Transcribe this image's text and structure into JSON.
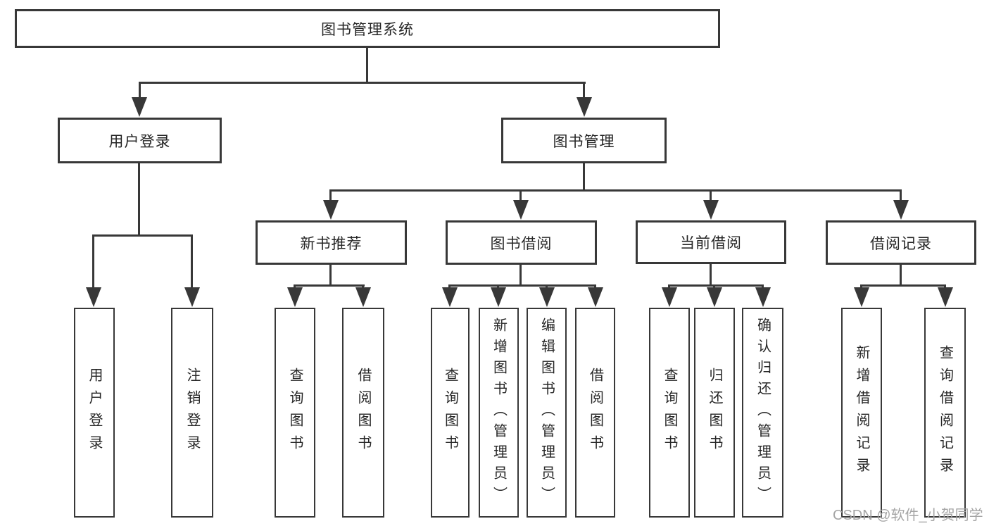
{
  "title": "图书管理系统",
  "level2": {
    "user_login": "用户登录",
    "book_management": "图书管理"
  },
  "level3": {
    "new_book_recommend": "新书推荐",
    "book_borrow": "图书借阅",
    "current_borrow": "当前借阅",
    "borrow_record": "借阅记录"
  },
  "leaves": {
    "user_login": [
      "用户登录",
      "注销登录"
    ],
    "new_book_recommend": [
      "查询图书",
      "借阅图书"
    ],
    "book_borrow": [
      "查询图书",
      "新增图书（管理员）",
      "编辑图书（管理员）",
      "借阅图书"
    ],
    "current_borrow": [
      "查询图书",
      "归还图书",
      "确认归还（管理员）"
    ],
    "borrow_record": [
      "新增借阅记录",
      "查询借阅记录"
    ]
  },
  "watermark": "CSDN @软件_小贺同学",
  "colors": {
    "line": "#383838",
    "text": "#262626",
    "watermark": "#a5a5a5",
    "background": "#ffffff"
  }
}
